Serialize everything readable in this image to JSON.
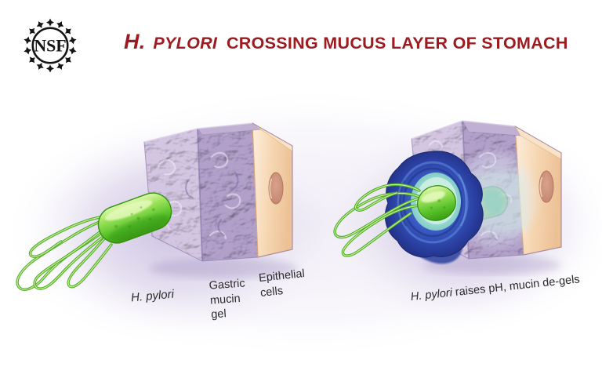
{
  "logo": {
    "text": "NSF"
  },
  "title": {
    "species_prefix": "H.",
    "species_name": "PYLORI",
    "rest": "CROSSING MUCUS LAYER OF STOMACH",
    "color": "#9b1c20"
  },
  "panels": {
    "left": {
      "organism_label": "H. pylori",
      "gel_label": "Gastric\nmucin\ngel",
      "epithelial_label": "Epithelial\ncells"
    },
    "right": {
      "caption_species": "H. pylori",
      "caption_rest": " raises pH, mucin de-gels"
    }
  },
  "colors": {
    "background": "#ffffff",
    "title_red": "#9b1c20",
    "glow_lavender": "#c5b8dd",
    "mucin_purple_light": "#d4c6e2",
    "mucin_purple": "#b2a0ca",
    "epithelial_peach": "#f6d7b2",
    "epithelial_oval": "#c68a74",
    "bacterium_green": "#55c027",
    "flagella_green": "#4fae24",
    "vortex_blue_dark": "#293d9e",
    "vortex_blue": "#3a5cc4",
    "vortex_teal": "#9edcd2",
    "label_text": "#2b2b2b",
    "logo_black": "#141414"
  }
}
